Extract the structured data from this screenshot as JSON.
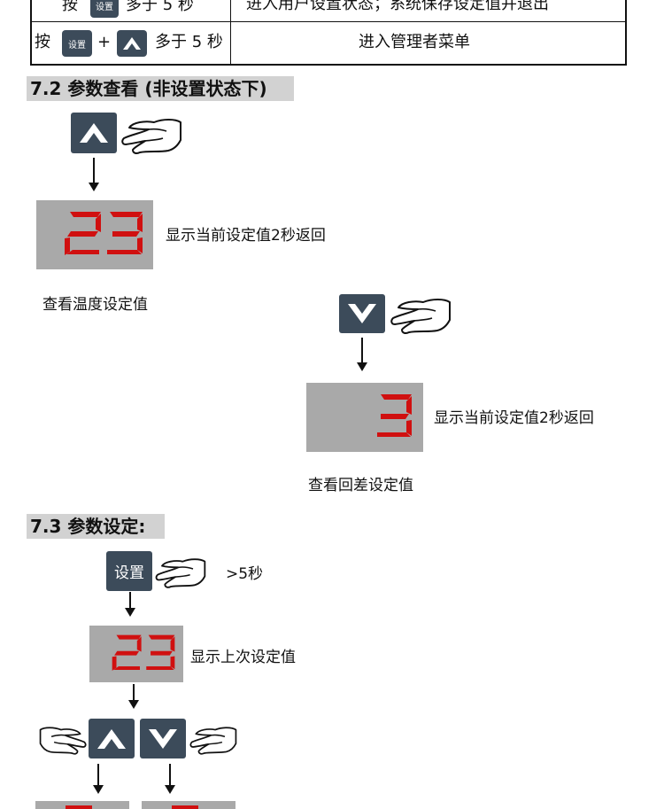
{
  "table": {
    "row1": {
      "press": "按",
      "key": "设置",
      "duration": "多于 5 秒",
      "result": "进入用户设置状态；系统保存设定值并退出"
    },
    "row2": {
      "press": "按",
      "key": "设置",
      "plus": "+",
      "duration": "多于 5 秒",
      "result": "进入管理者菜单"
    }
  },
  "section72": {
    "heading": "7.2 参数查看 (非设置状态下)",
    "temp": {
      "digits": "23",
      "display_caption": "显示当前设定值2秒返回",
      "label": "查看温度设定值"
    },
    "diff": {
      "digits": "3",
      "display_caption": "显示当前设定值2秒返回",
      "label": "查看回差设定值"
    }
  },
  "section73": {
    "heading": "7.3 参数设定:",
    "set_key": "设置",
    "hold_note": ">5秒",
    "digits": "23",
    "display_caption": "显示上次设定值"
  },
  "colors": {
    "key": "#3c4b5a",
    "display_bg": "#a9a9a9",
    "heading_bg": "#d2d2d2",
    "led": "#d01010"
  },
  "icons": [
    "up-arrow-icon",
    "down-arrow-icon",
    "pointing-hand-icon"
  ]
}
